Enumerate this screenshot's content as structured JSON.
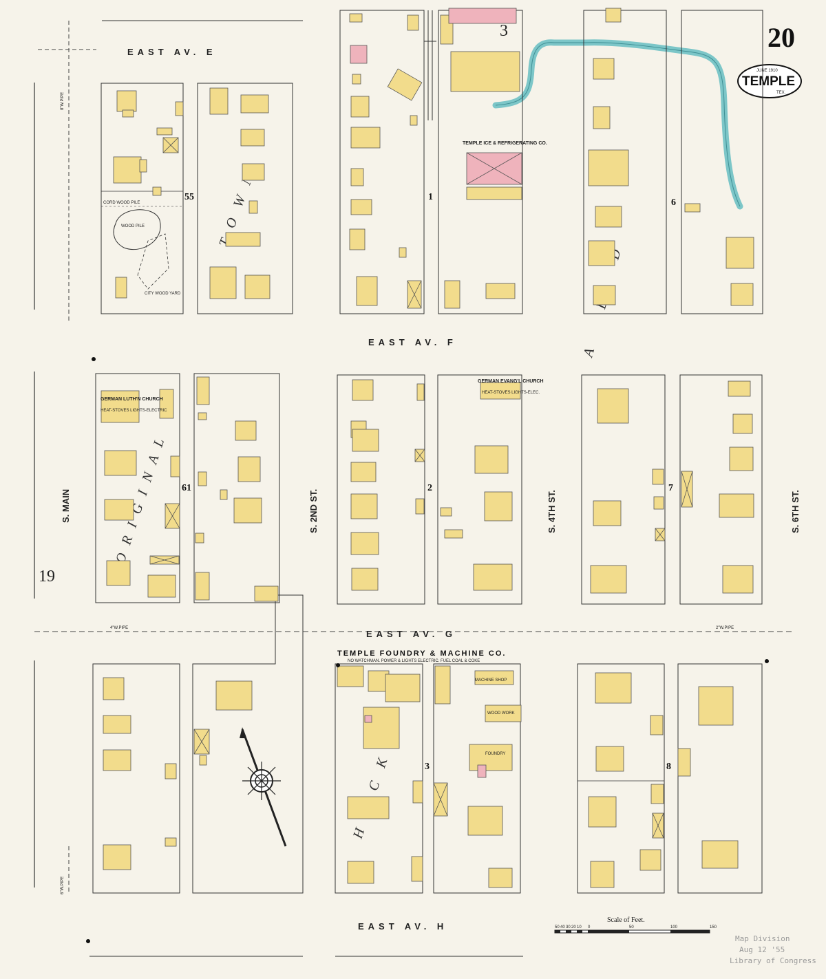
{
  "sheet": {
    "number": "20",
    "adjacent": [
      "3",
      "19"
    ],
    "title_date": "JUNE 1910",
    "title_city": "TEMPLE",
    "title_state": "TEX."
  },
  "streets": {
    "av_e": "EAST AV. E",
    "av_f": "EAST AV. F",
    "av_g": "EAST AV. G",
    "av_h": "EAST AV. H",
    "main": "S. MAIN",
    "second": "S. 2ND ST.",
    "fourth": "S. 4TH ST.",
    "sixth": "S. 6TH ST."
  },
  "overlay_words": [
    "TOWN",
    "ADD",
    "ORIGINAL",
    "HOCKS"
  ],
  "blocks": [
    "55",
    "1",
    "6",
    "61",
    "2",
    "7",
    "3",
    "8"
  ],
  "labels": {
    "ice": "TEMPLE ICE & REFRIGERATING CO.",
    "lutheran": "GERMAN LUTH'N CHURCH",
    "lutheran_note": "HEAT-STOVES LIGHTS-ELECTRIC",
    "evangelical": "GERMAN EVANG'L CHURCH",
    "evangelical_note": "HEAT-STOVES LIGHTS-ELEC.",
    "foundry": "TEMPLE FOUNDRY & MACHINE CO.",
    "foundry_note": "NO WATCHMAN. POWER & LIGHTS ELECTRIC. FUEL COAL & COKE",
    "wood_pile": "WOOD PILE",
    "cord_wood": "CORD WOOD PILE",
    "city_wood": "CITY WOOD YARD",
    "water_pipe_left": "8\"W.PIPE",
    "water_pipe_mid": "4\"W.PIPE",
    "water_pipe_right": "2\"W.PIPE",
    "water_pipe_low": "6\"W.PIPE",
    "machine_shop": "MACHINE SHOP",
    "wood_work": "WOOD WORK",
    "foundry_bldg": "FOUNDRY"
  },
  "scale": {
    "label": "Scale of Feet.",
    "ticks": [
      "50",
      "40",
      "30",
      "20",
      "10",
      "0",
      "50",
      "100",
      "150"
    ]
  },
  "stamp": {
    "line1": "Map Division",
    "line2": "Aug 12 '55",
    "line3": "Library of Congress"
  }
}
